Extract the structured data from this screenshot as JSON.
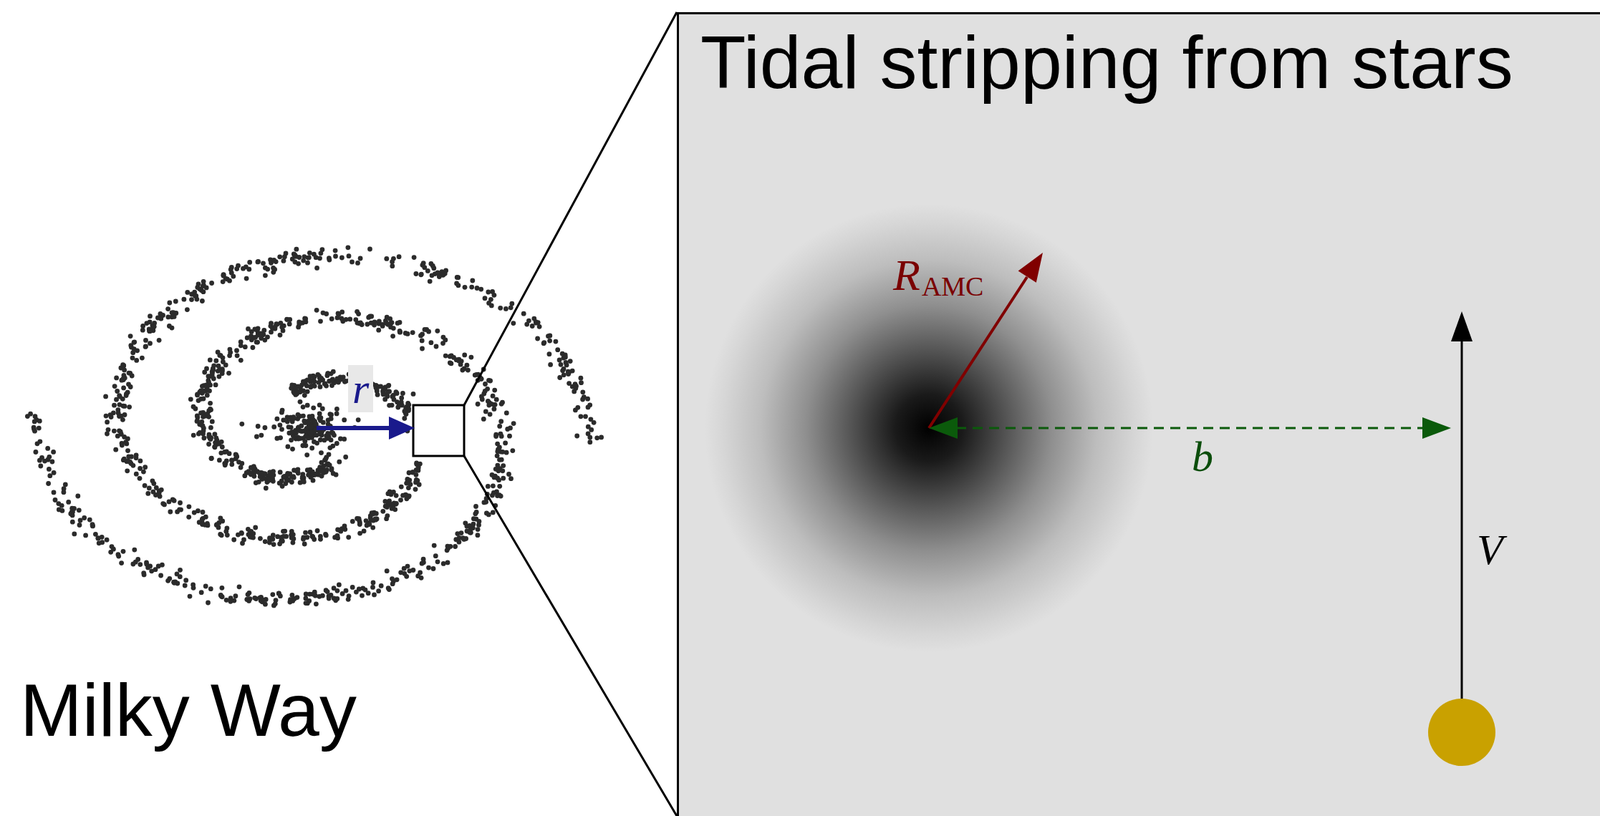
{
  "diagram": {
    "nodes": [
      {
        "text": [
          "Tidal stripping from stars"
        ]
      }
    ],
    "labels": [
      "r",
      "R",
      "AMC",
      "b",
      "V",
      "Milky Way"
    ]
  }
}
